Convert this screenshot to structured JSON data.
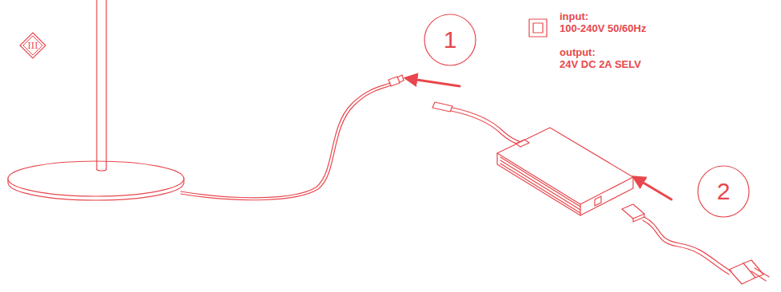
{
  "diagram": {
    "nodes": [
      {
        "text": [
          "III"
        ]
      },
      {
        "text": [
          "1"
        ]
      },
      {
        "text": [
          "2"
        ]
      }
    ],
    "labels": [
      "input:",
      "100-240V 50/60Hz",
      "output:",
      "24V DC 2A SELV"
    ]
  }
}
